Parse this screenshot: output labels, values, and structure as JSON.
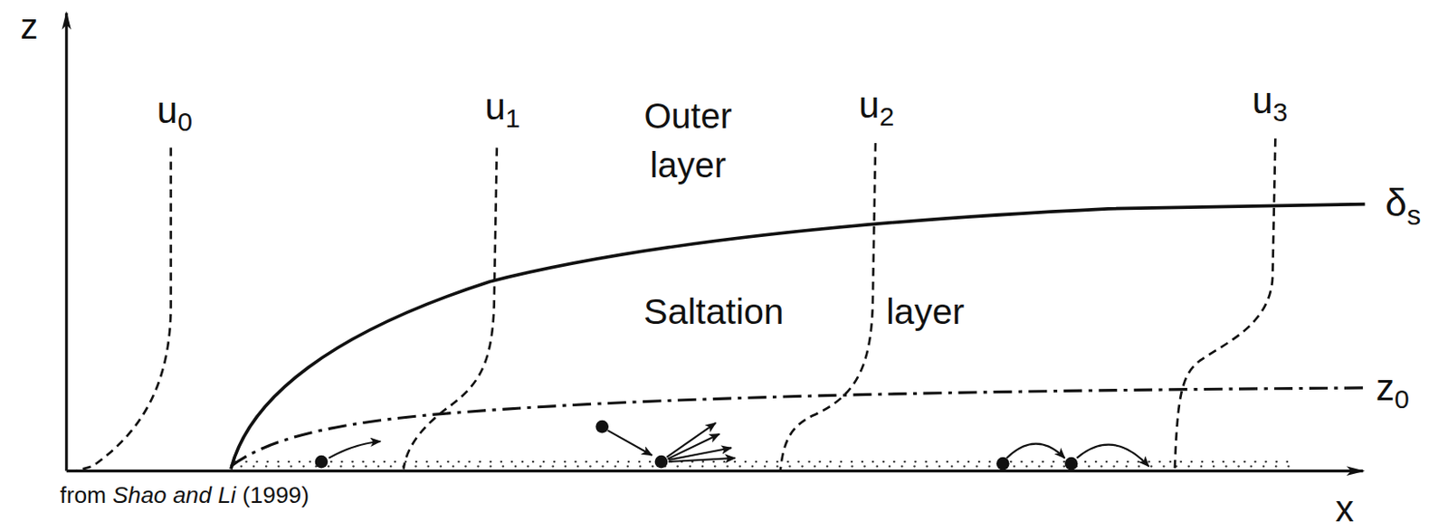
{
  "diagram": {
    "labels": [
      "z",
      "u0",
      "u1",
      "Outer layer",
      "u2",
      "u3",
      "δs",
      "Saltation layer",
      "z0",
      "x",
      "from Shao and Li (1999)"
    ]
  }
}
